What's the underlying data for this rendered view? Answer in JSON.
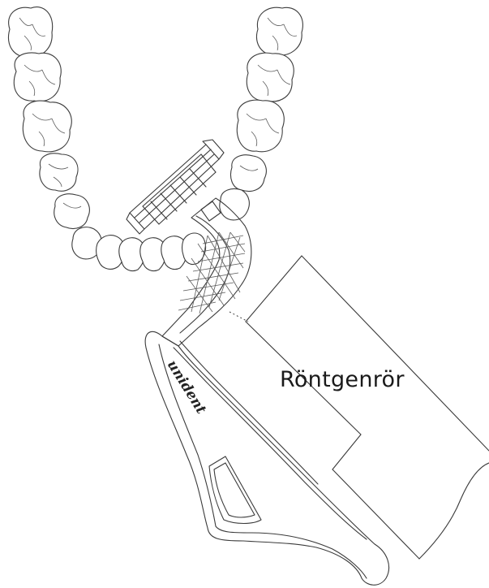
{
  "labels": {
    "xray_tube": "Röntgenrör",
    "brand": "unident"
  },
  "icons": {
    "upper_arch": "dental-arch-illustration",
    "holder": "x-ray-film-holder-illustration",
    "tube": "x-ray-tube-outline"
  }
}
